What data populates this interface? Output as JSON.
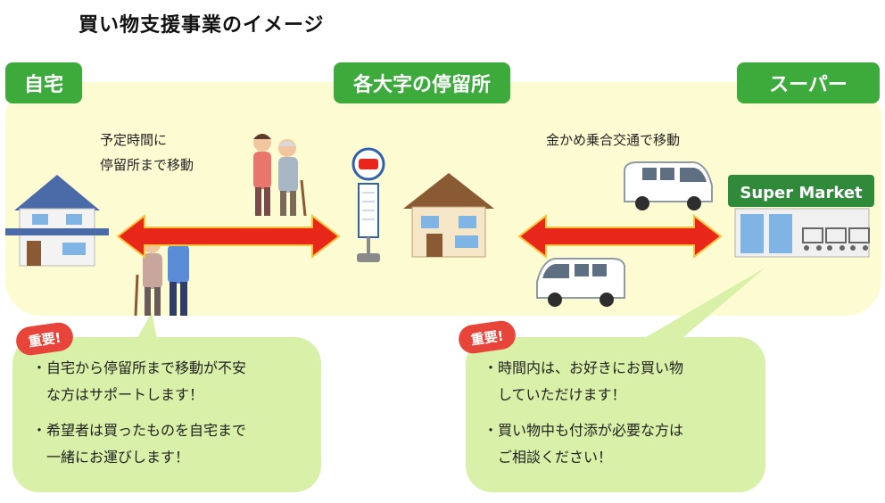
{
  "title": "買い物支援事業のイメージ",
  "locations": {
    "home": "自宅",
    "bus_stop": "各大字の停留所",
    "supermarket": "スーパー"
  },
  "notes": {
    "left": [
      "予定時間に",
      "停留所まで移動"
    ],
    "right": "金かめ乗合交通で移動"
  },
  "store_sign": "Super Market",
  "badge_label": "重要!",
  "bubbles": {
    "left": [
      "・自宅から停留所まで移動が不安",
      "　な方はサポートします！",
      "・希望者は買ったものを自宅まで",
      "　一緒にお運びします！"
    ],
    "right": [
      "・時間内は、お好きにお買い物",
      "　していただけます！",
      "・買い物中も付添が必要な方は",
      "　ご相談ください！"
    ]
  },
  "colors": {
    "green_tag": "#3cab3c",
    "panel": "#fdfbd2",
    "bubble": "#d8f0a8",
    "arrow": "#e8271a",
    "badge": "#e8453a"
  }
}
